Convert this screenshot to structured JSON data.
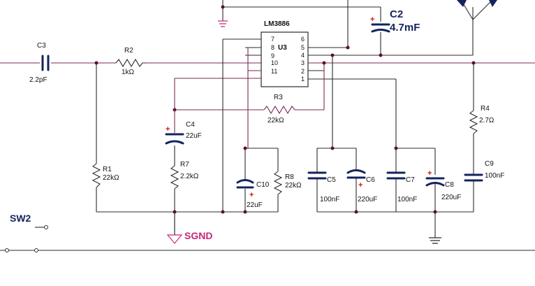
{
  "components": {
    "c3": {
      "ref": "C3",
      "value": "2.2pF"
    },
    "r2": {
      "ref": "R2",
      "value": "1kΩ"
    },
    "r1": {
      "ref": "R1",
      "value": "22kΩ"
    },
    "c4": {
      "ref": "C4",
      "value": "22uF"
    },
    "r7": {
      "ref": "R7",
      "value": "2.2kΩ"
    },
    "r3": {
      "ref": "R3",
      "value": "22kΩ"
    },
    "c10": {
      "ref": "C10",
      "value": "22uF"
    },
    "r8": {
      "ref": "R8",
      "value": "22kΩ"
    },
    "c5": {
      "ref": "C5",
      "value": "100nF"
    },
    "c6": {
      "ref": "C6",
      "value": "220uF"
    },
    "c7": {
      "ref": "C7",
      "value": "100nF"
    },
    "c8": {
      "ref": "C8",
      "value": "220uF"
    },
    "r4": {
      "ref": "R4",
      "value": "2.7Ω"
    },
    "c9": {
      "ref": "C9",
      "value": "100nF"
    },
    "c2": {
      "ref": "C2",
      "value": "4.7mF"
    }
  },
  "ic": {
    "part": "LM3886",
    "ref": "U3",
    "pins_left": [
      "7",
      "8",
      "9",
      "10",
      "11"
    ],
    "pins_right": [
      "6",
      "5",
      "4",
      "3",
      "2",
      "1"
    ]
  },
  "labels": {
    "sgnd": "SGND",
    "sw2": "SW2",
    "plus": "+"
  },
  "colors": {
    "wire": "#2b2b2b",
    "wire_signal": "#7a2a55",
    "capacitor": "#13235e",
    "ground": "#c8287a",
    "polarity": "#cc1111"
  }
}
